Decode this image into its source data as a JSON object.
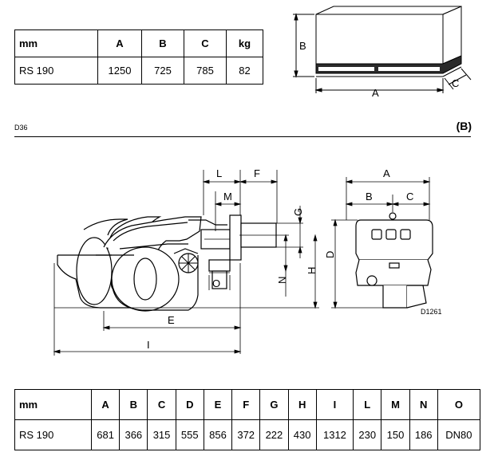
{
  "packaging_table": {
    "headers": [
      "mm",
      "A",
      "B",
      "C",
      "kg"
    ],
    "row": [
      "RS 190",
      "1250",
      "725",
      "785",
      "82"
    ]
  },
  "box_diagram": {
    "labels": {
      "a": "A",
      "b": "B",
      "c": "C"
    }
  },
  "section": {
    "code": "D36",
    "tag": "(B)"
  },
  "burner_diagram": {
    "labels": {
      "l": "L",
      "f": "F",
      "m": "M",
      "g": "G",
      "o": "O",
      "n": "N",
      "h": "H",
      "d": "D",
      "e": "E",
      "i": "I",
      "a": "A",
      "b": "B",
      "c": "C"
    },
    "drawing_code": "D1261"
  },
  "dimensions_table": {
    "headers": [
      "mm",
      "A",
      "B",
      "C",
      "D",
      "E",
      "F",
      "G",
      "H",
      "I",
      "L",
      "M",
      "N",
      "O"
    ],
    "row": [
      "RS 190",
      "681",
      "366",
      "315",
      "555",
      "856",
      "372",
      "222",
      "430",
      "1312",
      "230",
      "150",
      "186",
      "DN80"
    ]
  }
}
